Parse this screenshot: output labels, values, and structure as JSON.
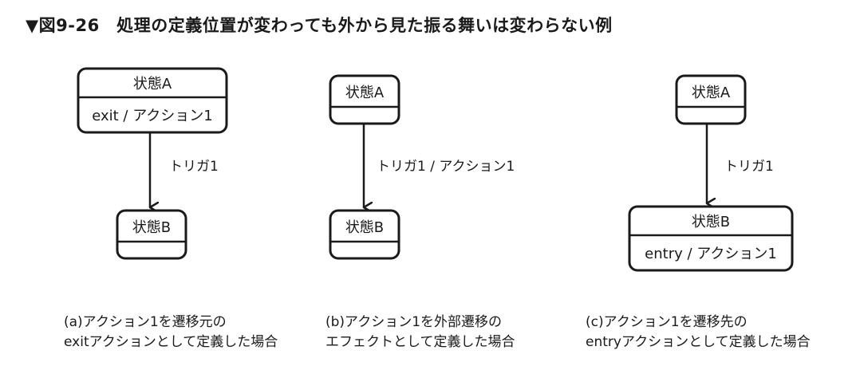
{
  "figure": {
    "title": "▼図9-26　処理の定義位置が変わっても外から見た振る舞いは変わらない例"
  },
  "panels": [
    {
      "id": "a",
      "source_state": {
        "name": "状態A",
        "action": "exit / アクション1"
      },
      "target_state": {
        "name": "状態B",
        "action": ""
      },
      "transition_label": "トリガ1",
      "caption": [
        "(a)アクション1を遷移元の",
        "exitアクションとして定義した場合"
      ]
    },
    {
      "id": "b",
      "source_state": {
        "name": "状態A",
        "action": ""
      },
      "target_state": {
        "name": "状態B",
        "action": ""
      },
      "transition_label": "トリガ1 / アクション1",
      "caption": [
        "(b)アクション1を外部遷移の",
        "エフェクトとして定義した場合"
      ]
    },
    {
      "id": "c",
      "source_state": {
        "name": "状態A",
        "action": ""
      },
      "target_state": {
        "name": "状態B",
        "action": "entry / アクション1"
      },
      "transition_label": "トリガ1",
      "caption": [
        "(c)アクション1を遷移先の",
        "entryアクションとして定義した場合"
      ]
    }
  ],
  "colors": {
    "stroke": "#1a1a1a",
    "background": "#ffffff"
  }
}
